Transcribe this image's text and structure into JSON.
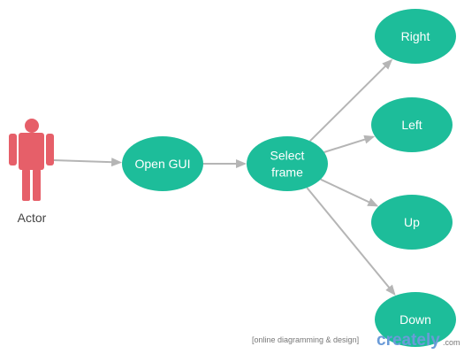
{
  "diagram": {
    "actor": {
      "label": "Actor",
      "color": "#e65f69"
    },
    "nodes": [
      {
        "id": "open_gui",
        "label": [
          "Open GUI"
        ]
      },
      {
        "id": "select_frame",
        "label": [
          "Select",
          "frame"
        ]
      },
      {
        "id": "right",
        "label": [
          "Right"
        ]
      },
      {
        "id": "left",
        "label": [
          "Left"
        ]
      },
      {
        "id": "up",
        "label": [
          "Up"
        ]
      },
      {
        "id": "down",
        "label": [
          "Down"
        ]
      }
    ],
    "edges": [
      {
        "from": "actor",
        "to": "open_gui"
      },
      {
        "from": "open_gui",
        "to": "select_frame"
      },
      {
        "from": "select_frame",
        "to": "right"
      },
      {
        "from": "select_frame",
        "to": "left"
      },
      {
        "from": "select_frame",
        "to": "up"
      },
      {
        "from": "select_frame",
        "to": "down"
      }
    ],
    "node_color": "#1dbd9a",
    "edge_color": "#b5b5b5"
  },
  "watermark": {
    "caption": "[online diagramming & design]",
    "brand": "creately",
    "suffix": ".com"
  }
}
